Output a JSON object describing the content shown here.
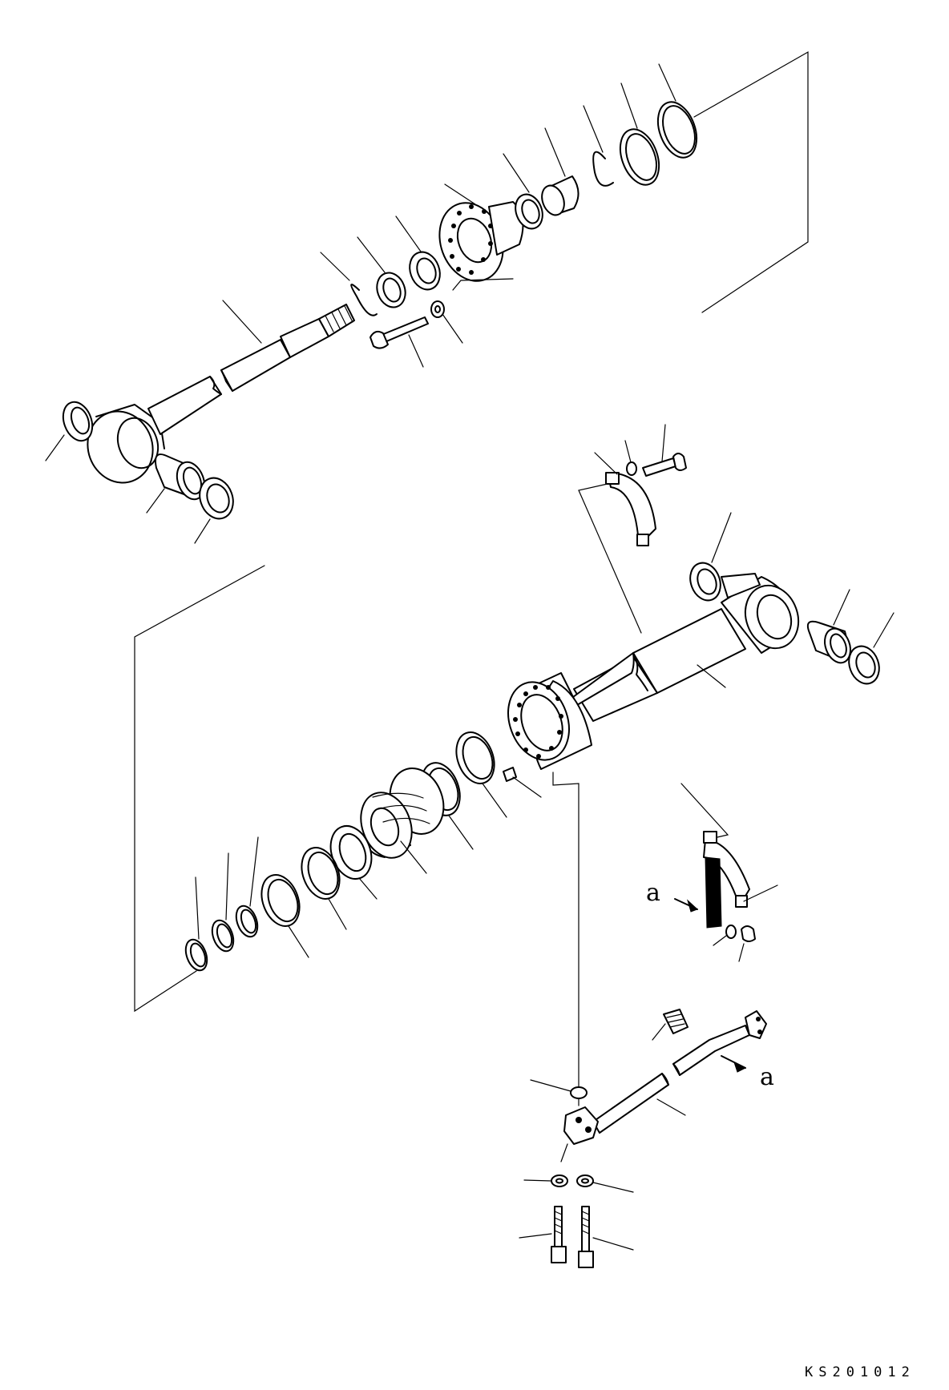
{
  "diagram": {
    "view_arrow_label_1": "a",
    "view_arrow_label_2": "a",
    "drawing_code": "KS201012"
  }
}
